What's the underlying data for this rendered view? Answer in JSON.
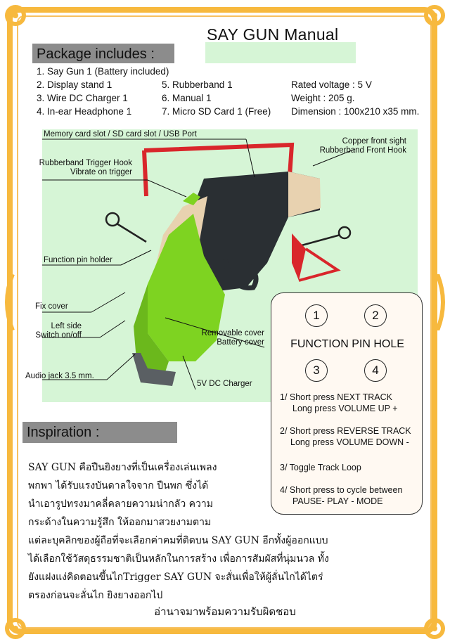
{
  "title": "SAY GUN Manual",
  "package": {
    "header": "Package includes :",
    "col1": [
      "1. Say Gun  1 (Battery included)",
      "2. Display stand  1",
      "3. Wire DC Charger  1",
      "4. In-ear Headphone  1"
    ],
    "col2": [
      "5. Rubberband  1",
      "6. Manual  1",
      "7. Micro SD Card  1 (Free)"
    ],
    "col3": [
      "Rated voltage : 5 V",
      "Weight : 205 g.",
      "Dimension : 100x210 x35 mm."
    ]
  },
  "diagram": {
    "labels": {
      "memory": "Memory card slot / SD card slot / USB Port",
      "copper": "Copper front sight",
      "front_hook": "Rubberband Front Hook",
      "trigger_hook": "Rubberband Trigger Hook",
      "vibrate": "Vibrate on trigger",
      "pin_holder": "Function pin holder",
      "fix_cover": "Fix cover",
      "left_side": "Left side",
      "switch": "Switch on/off",
      "removable": "Removable cover",
      "battery": "Battery cover",
      "audio": "Audio jack 3.5 mm.",
      "charger": "5V DC Charger"
    }
  },
  "function_box": {
    "numbers": [
      "1",
      "2",
      "3",
      "4"
    ],
    "title": "FUNCTION PIN HOLE",
    "items": [
      {
        "line1": "1/ Short press NEXT TRACK",
        "line2": "Long press VOLUME UP +"
      },
      {
        "line1": "2/ Short press REVERSE TRACK",
        "line2": "Long press VOLUME DOWN -"
      },
      {
        "line1": "3/ Toggle Track Loop",
        "line2": ""
      },
      {
        "line1": "4/ Short press to cycle between",
        "line2": "PAUSE- PLAY - MODE"
      }
    ]
  },
  "inspiration": {
    "header": "Inspiration  :",
    "lines": [
      "SAY GUN คือปืนยิงยางที่เป็นเครื่องเล่นเพลง",
      "พกพา  ได้รับแรงบันดาลใจจาก ปืนพก ซึ่งได้",
      "นำเอารูปทรงมาคลี่คลายความน่ากลัว  ความ",
      "กระด้างในความรู้สึก  ให้ออกมาสวยงามตาม",
      "แต่ละบุคลิกของผู้ถือที่จะเลือกค่าคมที่ติดบน SAY GUN   อีกทั้งผู้ออกแบบ",
      "ได้เลือกใช้วัสดุธรรมชาติเป็นหลักในการสร้าง เพื่อการสัมผัสที่นุ่มนวล   ทั้ง",
      "ยังแฝงแง่คิดตอนขึ้นไกTrigger    SAY GUN จะสั่นเพื่อให้ผู้ลั่นไกได้ไตร่",
      "ตรองก่อนจะลั่นไก ยิงยางออกไป"
    ]
  },
  "footer": "อ่านาจมาพร้อมความรับผิดชอบ"
}
